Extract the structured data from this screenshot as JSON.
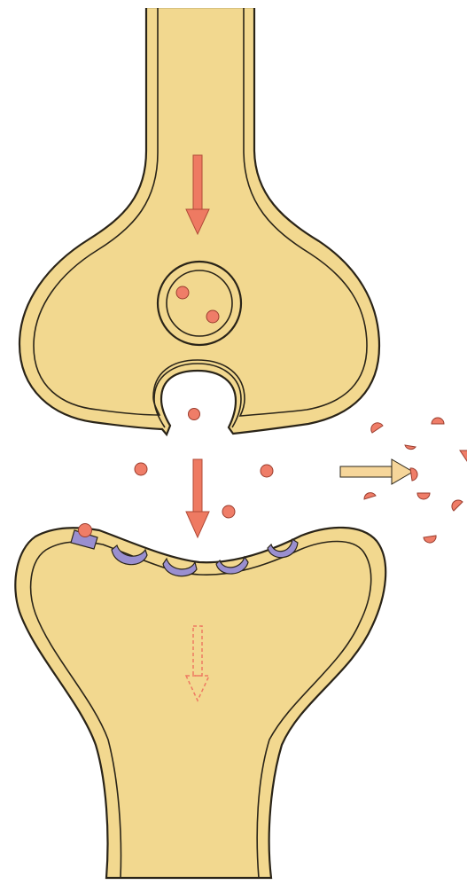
{
  "diagram": {
    "kind": "synapse",
    "colors": {
      "cytoplasm": "#f8ee99",
      "membrane": "#f2d88f",
      "outline": "#2a2418",
      "neurotransmitter": "#ef7d68",
      "arrow": "#ee7a62",
      "diffusion_arrow": "#f6d69a",
      "receptor": "#9a8fd0",
      "background": "#ffffff"
    },
    "icons": {
      "signal_arrow": "down-arrow",
      "signal_arrow_postsynaptic": "dashed-down-arrow",
      "diffusion_arrow": "right-arrow"
    }
  }
}
